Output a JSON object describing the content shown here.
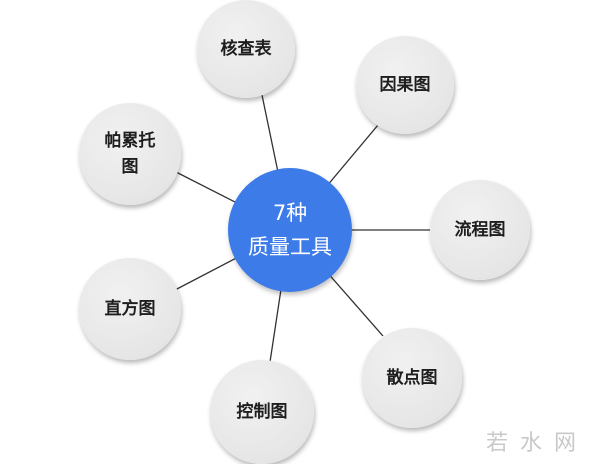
{
  "diagram": {
    "type": "radial-mind-map",
    "center": {
      "label": "7种\n质量工具",
      "line1": "7种",
      "line2": "质量工具",
      "color": "#3d7be8",
      "text_color": "#ffffff"
    },
    "nodes": [
      {
        "id": "check-sheet",
        "label": "核查表"
      },
      {
        "id": "cause-effect",
        "label": "因果图"
      },
      {
        "id": "flowchart",
        "label": "流程图"
      },
      {
        "id": "scatter",
        "label": "散点图"
      },
      {
        "id": "control-chart",
        "label": "控制图"
      },
      {
        "id": "histogram",
        "label": "直方图"
      },
      {
        "id": "pareto",
        "label": "帕累托\n图"
      }
    ],
    "node_fill": "#e6e6e6",
    "line_color": "#333333"
  },
  "watermark": {
    "text": "若水网"
  }
}
